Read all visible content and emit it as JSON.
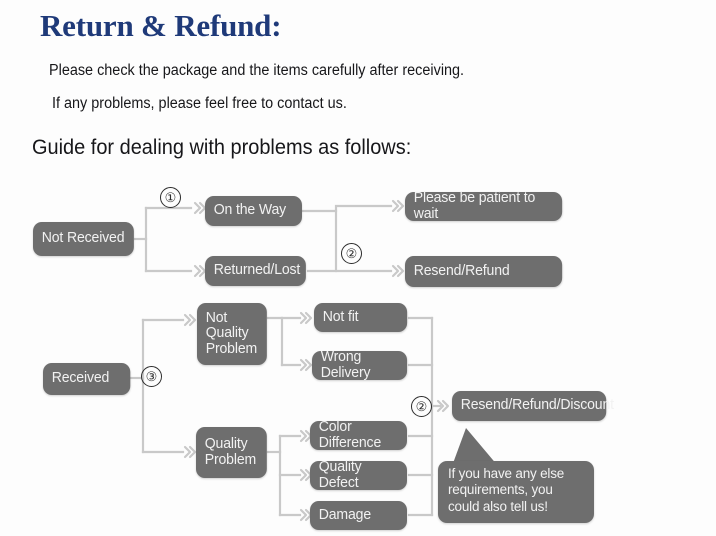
{
  "header": {
    "title": "Return & Refund:",
    "intro_line_1": "Please check the package and the items carefully after receiving.",
    "intro_line_2": "If any problems, please feel free to contact us.",
    "guide_line": "Guide for dealing with problems as follows:",
    "title_color": "#1f3a79",
    "text_color": "#17171a"
  },
  "chart": {
    "node_fill": "#6e6e6e",
    "node_text_color": "#f2f2f2",
    "connector_color": "#c9c9c9",
    "nodes": {
      "not_received": "Not Received",
      "on_the_way": "On the Way",
      "returned_lost": "Returned/Lost",
      "please_be_patient": "Please be patient to wait",
      "resend_refund": "Resend/Refund",
      "received": "Received",
      "not_quality_problem": "Not\nQuality\nProblem",
      "not_fit": "Not fit",
      "wrong_delivery": "Wrong Delivery",
      "quality_problem": "Quality\nProblem",
      "color_difference": "Color Difference",
      "quality_defect": "Quality Defect",
      "damage": "Damage",
      "resend_refund_discount": "Resend/Refund/Discount"
    },
    "markers": {
      "one": "①",
      "two_top": "②",
      "three": "③",
      "two_bottom": "②"
    },
    "callout": "If you have any else requirements, you could also tell us!"
  }
}
